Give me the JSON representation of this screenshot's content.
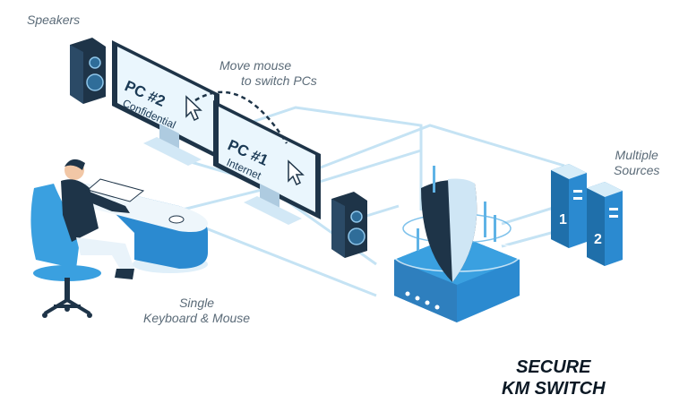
{
  "labels": {
    "speakers": "Speakers",
    "move_mouse_line1": "Move mouse",
    "move_mouse_line2": "to switch PCs",
    "multiple_sources_line1": "Multiple",
    "multiple_sources_line2": "Sources",
    "single_line1": "Single",
    "single_line2": "Keyboard & Mouse"
  },
  "screens": {
    "pc2_title": "PC #2",
    "pc2_sub": "Confidential",
    "pc1_title": "PC #1",
    "pc1_sub": "Internet"
  },
  "servers": {
    "left_number": "1",
    "right_number": "2"
  },
  "title": {
    "line1": "SECURE",
    "line2": "KM SWITCH"
  },
  "colors": {
    "navy": "#1e3448",
    "blue": "#2f8fd0",
    "light_blue": "#d6ecf8",
    "cable": "#bfe0f3"
  },
  "icons": {
    "speaker": "speaker-icon",
    "cursor": "mouse-cursor-icon",
    "shield": "shield-icon",
    "server": "server-tower-icon"
  }
}
